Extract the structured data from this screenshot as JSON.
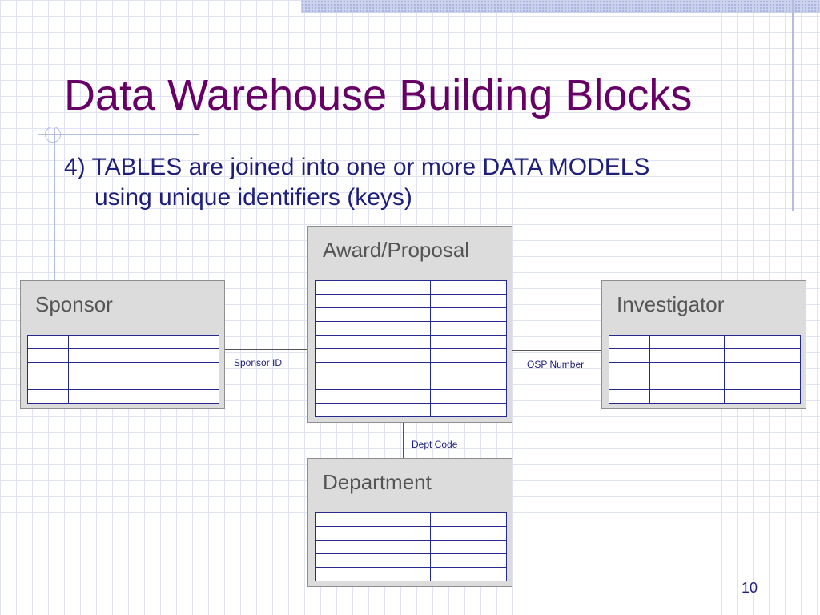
{
  "slide": {
    "title": "Data Warehouse Building Blocks",
    "bullet_line1": "4) TABLES are joined into one or more DATA MODELS",
    "bullet_line2": "using unique identifiers (keys)",
    "page_number": "10"
  },
  "entities": {
    "award": {
      "label": "Award/Proposal"
    },
    "sponsor": {
      "label": "Sponsor"
    },
    "investigator": {
      "label": "Investigator"
    },
    "department": {
      "label": "Department"
    }
  },
  "connections": {
    "sponsor_award": "Sponsor ID",
    "award_investigator": "OSP Number",
    "award_department": "Dept Code"
  }
}
